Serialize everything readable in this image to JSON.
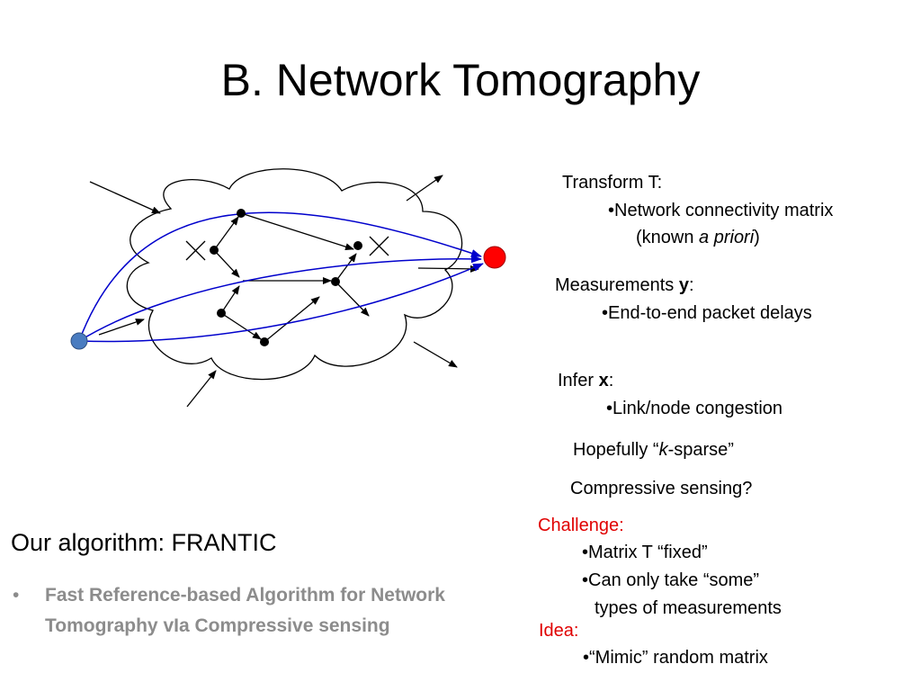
{
  "slide": {
    "title": "B. Network Tomography"
  },
  "panel": {
    "transform": {
      "heading": "Transform T:",
      "bullet": "•Network connectivity matrix",
      "known_pre": "(known ",
      "known_italic": "a priori",
      "known_post": ")"
    },
    "measurements": {
      "heading_pre": "Measurements ",
      "heading_bold": "y",
      "heading_post": ":",
      "bullet": "•End-to-end packet delays"
    },
    "infer": {
      "heading_pre": "Infer ",
      "heading_bold": "x",
      "heading_post": ":",
      "bullet": "•Link/node congestion"
    },
    "hopefully": {
      "pre": "Hopefully “",
      "italic": "k",
      "post": "-sparse”"
    },
    "compressive": "Compressive sensing?",
    "challenge": {
      "heading": "Challenge:",
      "bullet1": "•Matrix T “fixed”",
      "bullet2_line1": "•Can only take “some”",
      "bullet2_line2": "types of measurements"
    },
    "idea": {
      "heading": "Idea:",
      "bullet": "•“Mimic” random matrix"
    }
  },
  "algorithm": {
    "heading": "Our algorithm: FRANTIC",
    "bullet_marker": "•",
    "bullet_text": "Fast Reference-based Algorithm for Network Tomography vIa Compressive sensing"
  },
  "colors": {
    "source_node": "#4a7cc0",
    "sink_node": "#ff0000",
    "probe_path": "#0000cc",
    "accent_red": "#e00000",
    "muted_gray": "#8c8c8c"
  }
}
